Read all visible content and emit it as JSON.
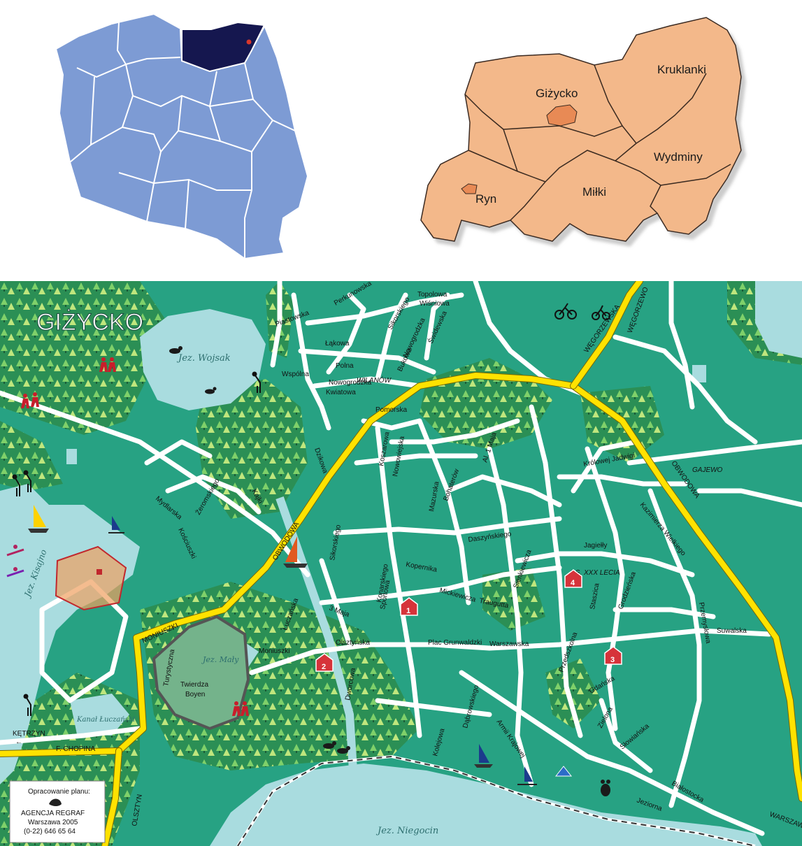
{
  "poland_map": {
    "fill_color": "#7d9bd4",
    "highlight_color": "#15174f",
    "marker_color": "#d8372b"
  },
  "county_map": {
    "fill_color": "#f3b88a",
    "town_fill_color": "#e88a55",
    "regions": [
      "Giżycko",
      "Kruklanki",
      "Wydminy",
      "Miłki",
      "Ryn"
    ]
  },
  "town_map": {
    "title": "GIŻYCKO",
    "colors": {
      "land": "#27a283",
      "water": "#a9dcdf",
      "road_main": "#ffe200",
      "road": "#ffffff",
      "fortress": "#74b38b"
    },
    "districts": [
      "WILANÓW",
      "GAJEWO",
      "OS. XXX LECIA"
    ],
    "lakes": [
      "Jez. Wojsak",
      "Jez. Kisajno",
      "Jez. Niegocin",
      "Jez. Mały",
      "Kanał Łuczański"
    ],
    "fortress_label": [
      "Twierdza",
      "Boyen"
    ],
    "directions": [
      "KĘTRZYN",
      "WĘGORZEWO",
      "OLSZTYN",
      "WARSZAWA"
    ],
    "road_names": [
      "OBWODOWA",
      "WĘGORZEWSKA",
      "MONIUSZKI",
      "F. CHOPINA",
      "OBWODOWA"
    ],
    "streets": [
      "Perkunowska",
      "Topolowa",
      "Wiśniowa",
      "Sikorskiego",
      "Piastowska",
      "Łąkowa",
      "Nowogrodzka",
      "Świdewska",
      "Bukowa",
      "Polna",
      "Wspólna",
      "Nowogrodzka",
      "Kwiatowa",
      "Pomorska",
      "Mazurska",
      "Koszarowa",
      "Nowowiejska",
      "Bohaterów",
      "Al. 1 Maja",
      "Jagiełły",
      "Królowej Jadwigi",
      "Daszyńskiego",
      "Kazimierza Wielkiego",
      "Przemysłowa",
      "Kopernika",
      "Mickiewicza",
      "Traugutta",
      "Konarskiego",
      "Sienkiewicza",
      "Warszawska",
      "Suwalska",
      "Grodzieńska",
      "Olsztyńska",
      "Plac Grunwaldzki",
      "Moniuszki",
      "Kolejowa",
      "Armii Krajowej",
      "Dąbrowskiego",
      "Słowiańska",
      "Zielona",
      "Białostocka",
      "Jeziorna",
      "Turystyczna",
      "Dworcowa",
      "3 Maja",
      "Kajki",
      "Żeromskiego",
      "Mydlarska",
      "Kościuszki",
      "Łuczańska",
      "Dzikowa",
      "Sportowa",
      "Sikorskiego",
      "Staszica",
      "Gdańska",
      "Przedszkolna"
    ],
    "markers": [
      "1",
      "2",
      "3",
      "4"
    ],
    "credit": [
      "Opracowanie planu:",
      "AGENCJA REGRAF",
      "Warszawa 2005",
      "(0-22) 646 65 64"
    ]
  }
}
